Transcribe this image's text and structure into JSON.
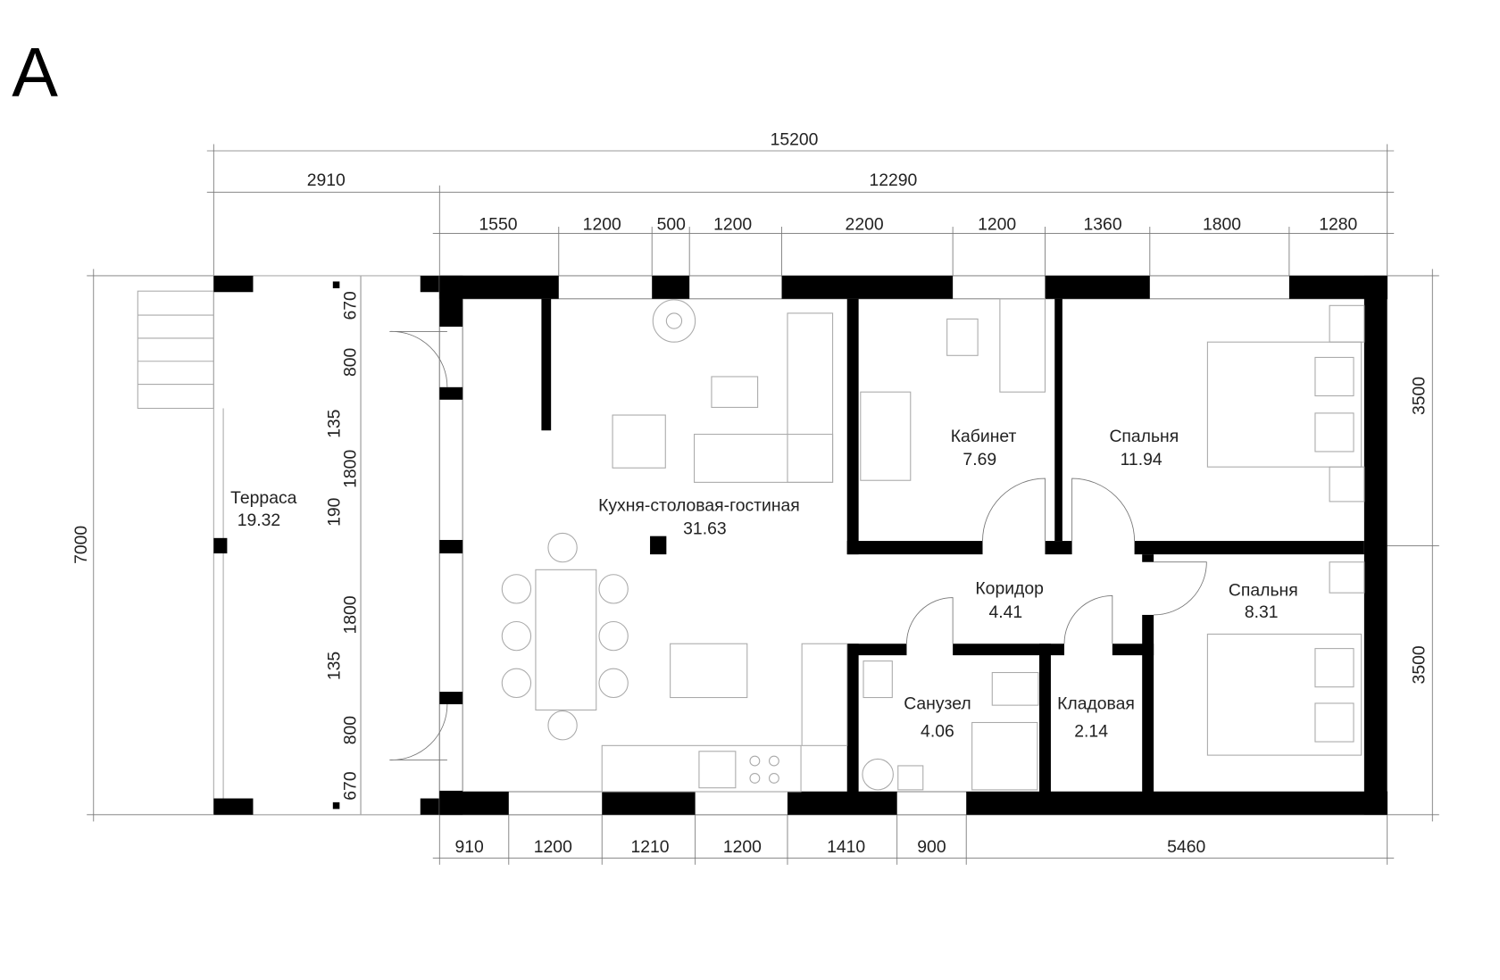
{
  "sheet_label": "A",
  "dimensions": {
    "overall_width": "15200",
    "terrace_width": "2910",
    "house_width": "12290",
    "top_chain": [
      "1550",
      "1200",
      "500",
      "1200",
      "2200",
      "1200",
      "1360",
      "1800",
      "1280"
    ],
    "bottom_chain": [
      "910",
      "1200",
      "1210",
      "1200",
      "1410",
      "900",
      "5460"
    ],
    "right_chain": [
      "3500",
      "3500"
    ],
    "overall_depth": "7000",
    "terrace_chain": [
      "670",
      "800",
      "135",
      "1800",
      "190",
      "1800",
      "135",
      "800",
      "670"
    ]
  },
  "rooms": [
    {
      "name": "Терраса",
      "area": "19.32"
    },
    {
      "name": "Кухня-столовая-гостиная",
      "area": "31.63"
    },
    {
      "name": "Кабинет",
      "area": "7.69"
    },
    {
      "name": "Спальня",
      "area": "11.94"
    },
    {
      "name": "Коридор",
      "area": "4.41"
    },
    {
      "name": "Спальня",
      "area": "8.31"
    },
    {
      "name": "Санузел",
      "area": "4.06"
    },
    {
      "name": "Кладовая",
      "area": "2.14"
    }
  ]
}
